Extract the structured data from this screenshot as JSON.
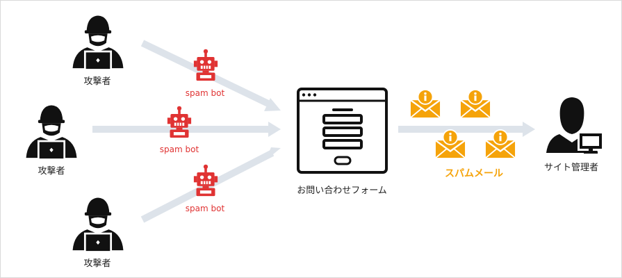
{
  "labels": {
    "attacker": "攻撃者",
    "bot": "spam bot",
    "form": "お問い合わせフォーム",
    "spam": "スパムメール",
    "admin": "サイト管理者"
  },
  "colors": {
    "arrow": "#dde3ea",
    "bot": "#e03333",
    "mail": "#f5a30a",
    "icon": "#111111"
  }
}
